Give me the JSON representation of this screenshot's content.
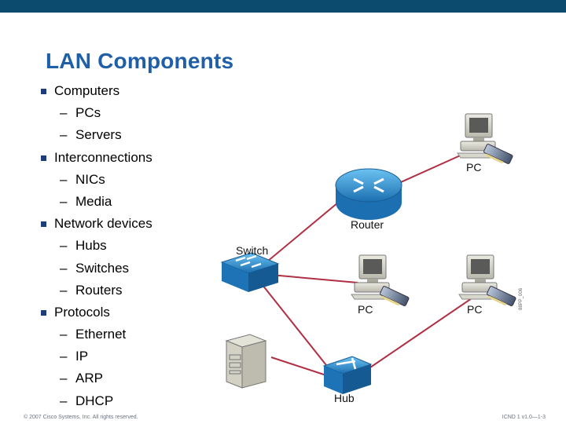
{
  "title": "LAN Components",
  "bullets": [
    {
      "level": 1,
      "text": "Computers"
    },
    {
      "level": 2,
      "text": "PCs"
    },
    {
      "level": 2,
      "text": "Servers"
    },
    {
      "level": 1,
      "text": "Interconnections"
    },
    {
      "level": 2,
      "text": "NICs"
    },
    {
      "level": 2,
      "text": "Media"
    },
    {
      "level": 1,
      "text": "Network devices"
    },
    {
      "level": 2,
      "text": "Hubs"
    },
    {
      "level": 2,
      "text": "Switches"
    },
    {
      "level": 2,
      "text": "Routers"
    },
    {
      "level": 1,
      "text": "Protocols"
    },
    {
      "level": 2,
      "text": "Ethernet"
    },
    {
      "level": 2,
      "text": "IP"
    },
    {
      "level": 2,
      "text": "ARP"
    },
    {
      "level": 2,
      "text": "DHCP"
    }
  ],
  "dash": "–",
  "diagram": {
    "labels": {
      "pc_top": "PC",
      "router": "Router",
      "switch": "Switch",
      "pc_middle": "PC",
      "pc_right": "PC",
      "hub": "Hub",
      "vertical_code": "88PP_006"
    }
  },
  "footer": {
    "copyright": "© 2007 Cisco Systems, Inc. All rights reserved.",
    "course": "ICND 1 v1.0—1-3"
  },
  "colors": {
    "title": "#1f5fa8",
    "bullet_mark": "#1f3c7a",
    "link_line": "#b02f43",
    "device_blue": "#2f8fd0",
    "top_bar": "#0c4a6e"
  },
  "icons": [
    "pc-icon",
    "router-icon",
    "switch-icon",
    "hub-icon",
    "server-icon",
    "nic-icon"
  ]
}
